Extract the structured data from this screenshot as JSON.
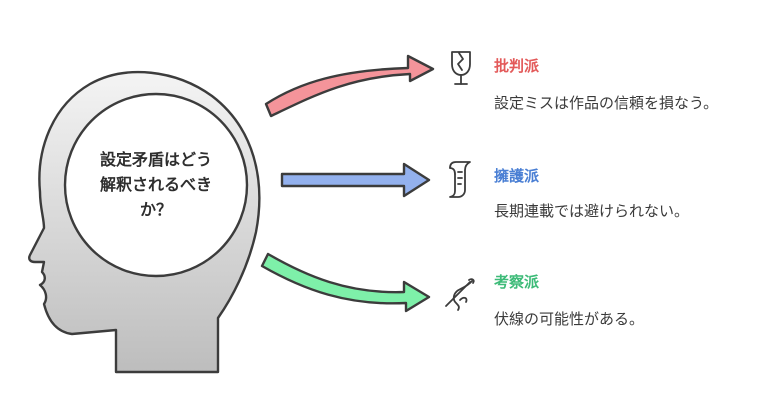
{
  "center": {
    "lines": [
      "設定矛盾はどう",
      "解釈されるべき",
      "か？"
    ]
  },
  "branches": [
    {
      "label": "批判派",
      "description": "設定ミスは作品の信頼を損なう。",
      "color": "#e35a5a",
      "arrow_fill": "#f4949a",
      "icon": "broken-glass-icon"
    },
    {
      "label": "擁護派",
      "description": "長期連載では避けられない。",
      "color": "#4a7fd4",
      "arrow_fill": "#93b1ee",
      "icon": "scroll-icon"
    },
    {
      "label": "考察派",
      "description": "伏線の可能性がある。",
      "color": "#3dbb78",
      "arrow_fill": "#7ef0a9",
      "icon": "needle-thread-icon"
    }
  ],
  "colors": {
    "head_fill_top": "#f4f4f4",
    "head_fill_bottom": "#bdbdbd",
    "outline": "#3c3c3c"
  }
}
